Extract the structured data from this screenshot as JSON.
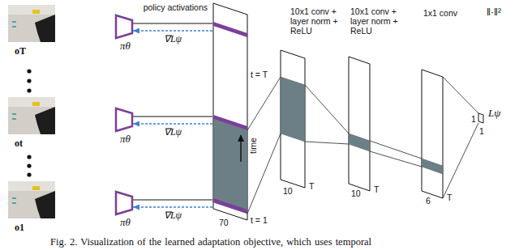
{
  "diagram": {
    "caption": "Fig. 2. Visualization of the learned adaptation objective, which uses temporal",
    "nodes": [
      {
        "text": [
          "oT"
        ]
      },
      {
        "text": [
          "πθ"
        ]
      },
      {
        "text": [
          "ot"
        ]
      },
      {
        "text": [
          "πθ"
        ]
      },
      {
        "text": [
          "o1"
        ]
      },
      {
        "text": [
          "πθ"
        ]
      },
      {
        "text": [
          "policy activations"
        ]
      },
      {
        "text": [
          "10x1 conv + layer norm + ReLU"
        ]
      },
      {
        "text": [
          "10x1 conv + layer norm + ReLU"
        ]
      },
      {
        "text": [
          "1x1 conv"
        ]
      },
      {
        "text": [
          "Lψ"
        ]
      }
    ],
    "edges": [
      {
        "from": 1,
        "to": 6,
        "arrow": "none"
      },
      {
        "from": 6,
        "to": 1,
        "arrow": "to",
        "label": "∇Lψ"
      },
      {
        "from": 3,
        "to": 6,
        "arrow": "none"
      },
      {
        "from": 6,
        "to": 3,
        "arrow": "to",
        "label": "∇Lψ"
      },
      {
        "from": 5,
        "to": 6,
        "arrow": "none"
      },
      {
        "from": 6,
        "to": 5,
        "arrow": "to",
        "label": "∇Lψ"
      }
    ],
    "labels": [
      "‖·‖²",
      "t = T",
      "time",
      "10",
      "T",
      "10",
      "T",
      "6",
      "T",
      "1",
      "1",
      "70",
      "t = 1"
    ]
  }
}
